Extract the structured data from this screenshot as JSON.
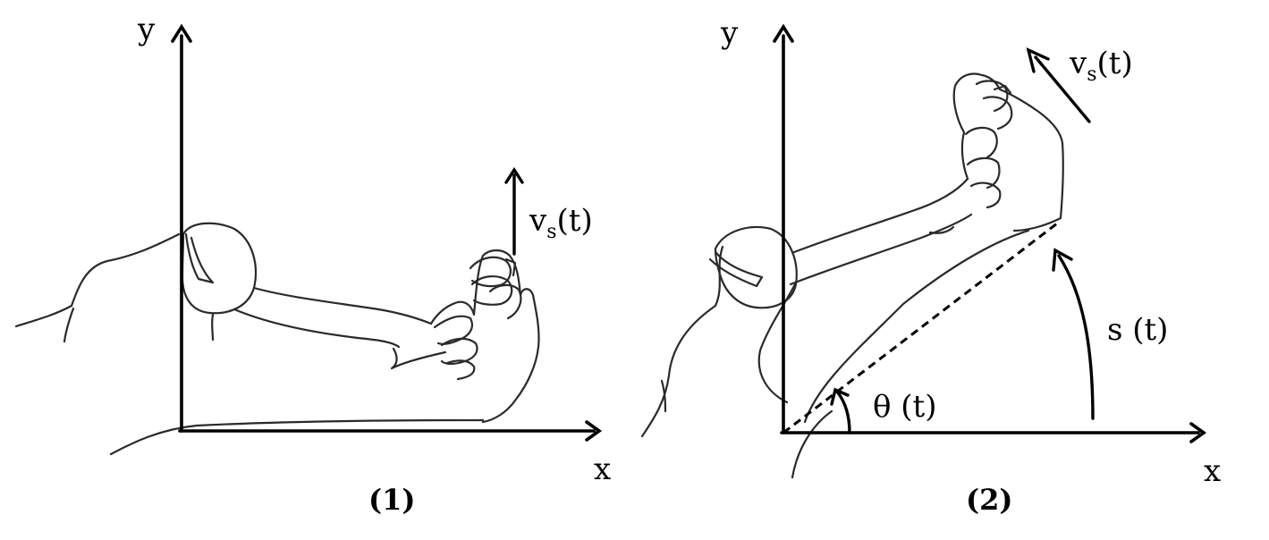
{
  "panels": [
    {
      "caption": "(1)",
      "axis_x": "x",
      "axis_y": "y",
      "velocity_label": {
        "main": "v",
        "sub": "s",
        "rest": "(t)"
      }
    },
    {
      "caption": "(2)",
      "axis_x": "x",
      "axis_y": "y",
      "velocity_label": {
        "main": "v",
        "sub": "s",
        "rest": "(t)"
      },
      "arc_label": "s (t)",
      "angle_label": "θ (t)"
    }
  ],
  "colors": {
    "ink": "#000000",
    "sketch": "#2a2a2a",
    "background": "#ffffff"
  }
}
